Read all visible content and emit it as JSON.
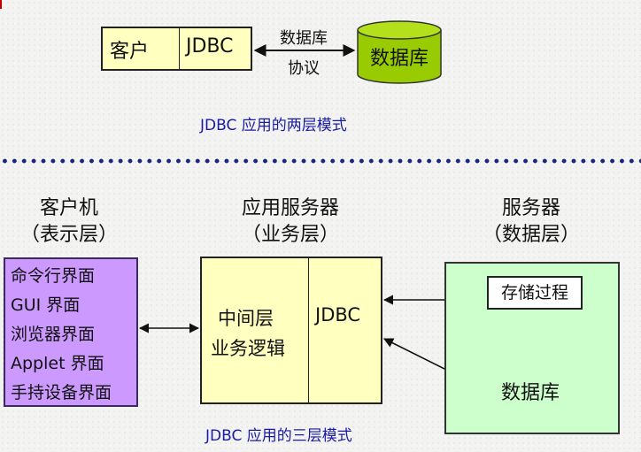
{
  "two_tier": {
    "client_label": "客户",
    "jdbc_label": "JDBC",
    "protocol_line1": "数据库",
    "protocol_line2": "协议",
    "database_label": "数据库",
    "caption": "JDBC 应用的两层模式"
  },
  "three_tier": {
    "client_title_1": "客户机",
    "client_title_2": "（表示层）",
    "app_title_1": "应用服务器",
    "app_title_2": "（业务层）",
    "server_title_1": "服务器",
    "server_title_2": "（数据层）",
    "client_items": [
      "命令行界面",
      "GUI 界面",
      "浏览器界面",
      "Applet 界面",
      "手持设备界面"
    ],
    "middle_line1": "中间层",
    "middle_line2": "业务逻辑",
    "jdbc_label": "JDBC",
    "stored_proc_label": "存储过程",
    "database_label": "数据库",
    "caption": "JDBC 应用的三层模式"
  },
  "colors": {
    "database_fill": "#99cc00",
    "client_panel": "#cc99ff",
    "server_panel": "#ccffcc",
    "app_panel": "#ffffc0",
    "caption_text": "#1a1aa6",
    "divider_dots": "#1a237e"
  }
}
